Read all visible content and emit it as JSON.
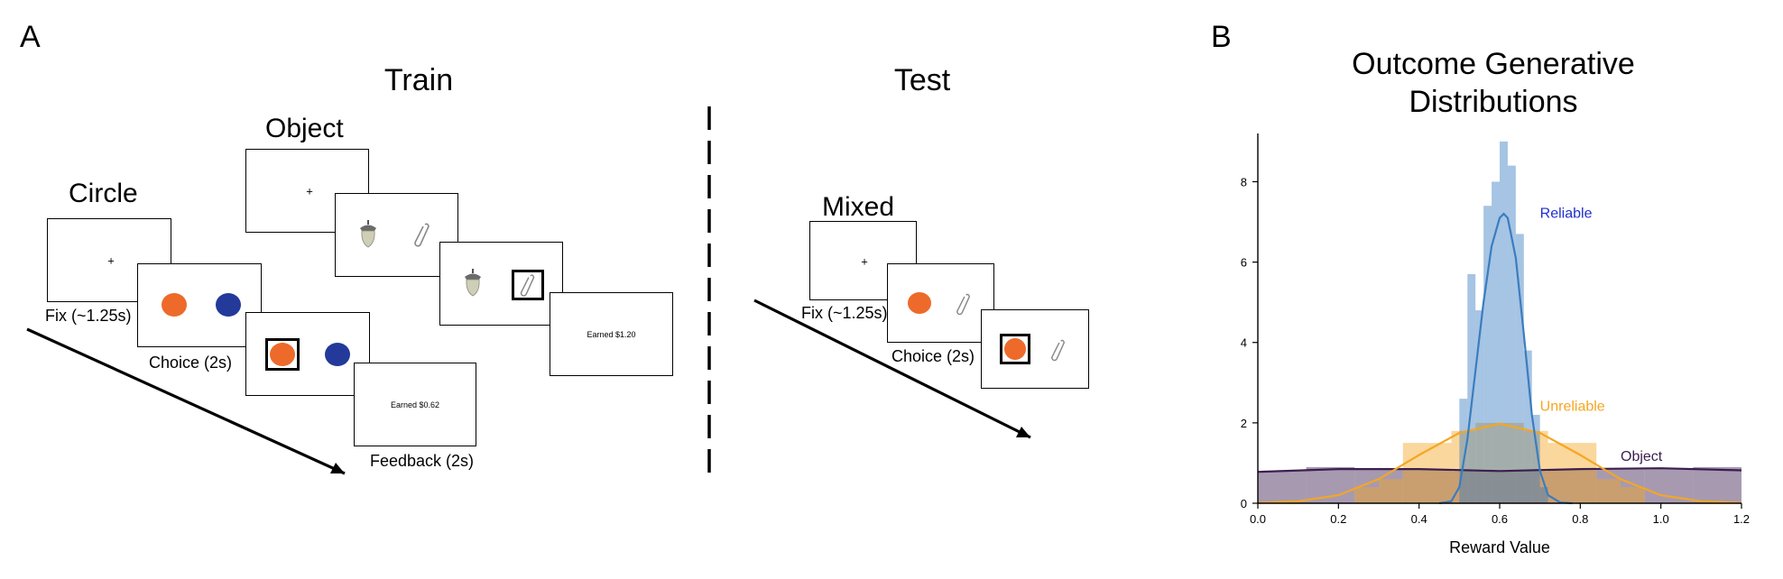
{
  "panel_a": {
    "letter": "A",
    "train": {
      "title": "Train",
      "circle": {
        "title": "Circle",
        "fix_caption": "Fix (~1.25s)",
        "choice_caption": "Choice (2s)",
        "feedback_text": "Earned $0.62",
        "feedback_caption": "Feedback (2s)"
      },
      "object": {
        "title": "Object",
        "feedback_text": "Earned $1.20"
      }
    },
    "test": {
      "title": "Test",
      "mixed": {
        "title": "Mixed",
        "fix_caption": "Fix (~1.25s)",
        "choice_caption": "Choice (2s)"
      }
    },
    "fix_symbol": "+",
    "colors": {
      "orange": "#ee6a2a",
      "blue": "#233a9a"
    },
    "icons": [
      "acorn-icon",
      "paperclip-icon"
    ]
  },
  "panel_b": {
    "letter": "B",
    "chart_data": {
      "type": "area",
      "title": "Outcome Generative Distributions",
      "xlabel": "Reward Value",
      "ylabel": "",
      "xlim": [
        0.0,
        1.2
      ],
      "ylim": [
        0,
        9.2
      ],
      "xticks": [
        0.0,
        0.2,
        0.4,
        0.6,
        0.8,
        1.0,
        1.2
      ],
      "yticks": [
        0,
        2,
        4,
        6,
        8
      ],
      "series": [
        {
          "name": "Object",
          "color": "#3b1f4f",
          "label_pos": [
            0.9,
            1.05
          ],
          "hist": {
            "edges": [
              0.0,
              0.12,
              0.24,
              0.36,
              0.48,
              0.6,
              0.72,
              0.84,
              0.96,
              1.08,
              1.2
            ],
            "heights": [
              0.8,
              0.9,
              0.85,
              0.85,
              0.8,
              0.8,
              0.85,
              0.85,
              0.85,
              0.9
            ]
          },
          "kde": {
            "x": [
              0.0,
              0.2,
              0.4,
              0.6,
              0.8,
              1.0,
              1.2
            ],
            "y": [
              0.78,
              0.85,
              0.85,
              0.8,
              0.85,
              0.87,
              0.82
            ]
          }
        },
        {
          "name": "Unreliable",
          "color": "#f5a623",
          "label_pos": [
            0.7,
            2.3
          ],
          "hist": {
            "edges": [
              0.24,
              0.3,
              0.36,
              0.42,
              0.48,
              0.54,
              0.6,
              0.66,
              0.72,
              0.78,
              0.84,
              0.9,
              0.96
            ],
            "heights": [
              0.4,
              0.6,
              1.5,
              1.5,
              1.8,
              2.0,
              2.0,
              1.8,
              1.5,
              1.5,
              0.6,
              0.4
            ]
          },
          "kde": {
            "x": [
              0.0,
              0.1,
              0.2,
              0.3,
              0.4,
              0.5,
              0.6,
              0.7,
              0.8,
              0.9,
              1.0,
              1.1,
              1.2
            ],
            "y": [
              0.01,
              0.05,
              0.2,
              0.6,
              1.2,
              1.75,
              1.98,
              1.75,
              1.2,
              0.6,
              0.2,
              0.05,
              0.01
            ]
          }
        },
        {
          "name": "Reliable",
          "color": "#3a7dc0",
          "label_pos": [
            0.7,
            7.1
          ],
          "hist": {
            "edges": [
              0.5,
              0.52,
              0.54,
              0.56,
              0.58,
              0.6,
              0.62,
              0.64,
              0.66,
              0.68,
              0.7,
              0.72
            ],
            "heights": [
              2.6,
              5.7,
              4.8,
              7.4,
              8.0,
              9.0,
              8.4,
              6.7,
              3.8,
              2.2,
              0.4
            ]
          },
          "kde": {
            "x": [
              0.45,
              0.48,
              0.5,
              0.52,
              0.54,
              0.56,
              0.58,
              0.6,
              0.61,
              0.62,
              0.64,
              0.66,
              0.68,
              0.7,
              0.72,
              0.75,
              0.78
            ],
            "y": [
              0.0,
              0.05,
              0.4,
              1.6,
              3.3,
              5.0,
              6.4,
              7.1,
              7.2,
              7.1,
              6.1,
              4.2,
              2.2,
              0.8,
              0.2,
              0.02,
              0.0
            ]
          }
        }
      ]
    }
  }
}
